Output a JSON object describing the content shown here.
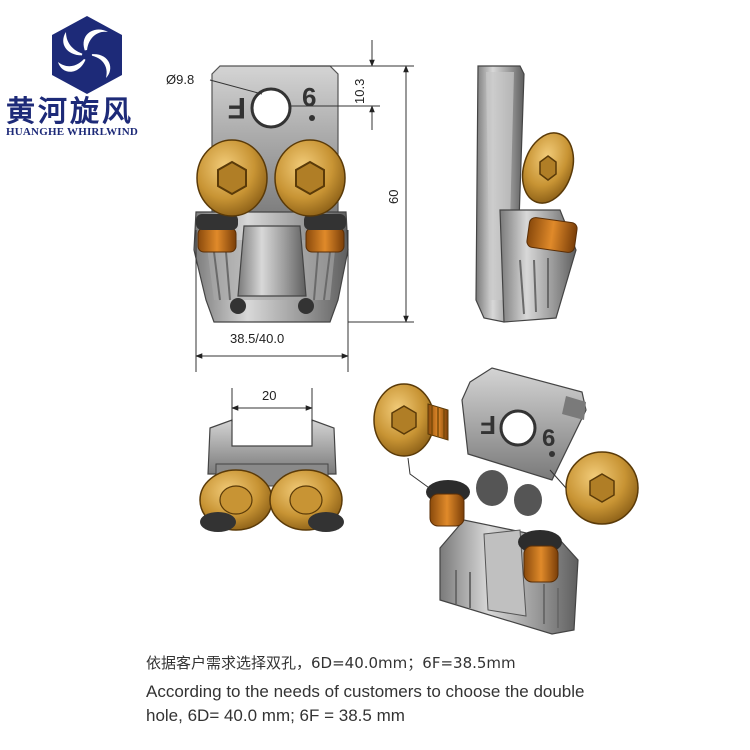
{
  "logo": {
    "name_cn": "黄河旋风",
    "name_en": "HUANGHE WHIRLWIND",
    "color": "#1d2a78"
  },
  "drawing": {
    "front_view": {
      "hole_diameter": "Ø9.8",
      "hole_offset": "10.3",
      "height": "60",
      "width": "38.5/40.0",
      "engraving_left": "F",
      "engraving_right": "6"
    },
    "bottom_view": {
      "gap": "20"
    },
    "iso_view": {
      "engraving_left": "F",
      "engraving_right": "6"
    },
    "colors": {
      "metal": "#9a9a9a",
      "metal_light": "#d6d6d6",
      "metal_dark": "#5a5a5a",
      "brass": "#c89434",
      "brass_light": "#e8c070",
      "orange_ring": "#c86a14",
      "dimension_line": "#333333"
    }
  },
  "caption": {
    "cn": "依据客户需求选择双孔，6D=40.0mm；6F=38.5mm",
    "en_line1": "According to the needs of customers to choose the double",
    "en_line2": "hole, 6D= 40.0 mm; 6F = 38.5 mm"
  }
}
